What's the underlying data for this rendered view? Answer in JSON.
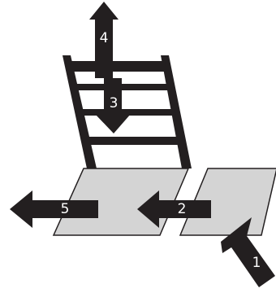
{
  "colors": {
    "background": "#ffffff",
    "ink": "#231f20",
    "pad_fill": "#d4d4d4",
    "label": "#ffffff"
  },
  "arrows": [
    {
      "id": "arrow-1",
      "label": "1",
      "direction": "up-left"
    },
    {
      "id": "arrow-2",
      "label": "2",
      "direction": "left"
    },
    {
      "id": "arrow-3",
      "label": "3",
      "direction": "down"
    },
    {
      "id": "arrow-4",
      "label": "4",
      "direction": "up"
    },
    {
      "id": "arrow-5",
      "label": "5",
      "direction": "left"
    }
  ]
}
